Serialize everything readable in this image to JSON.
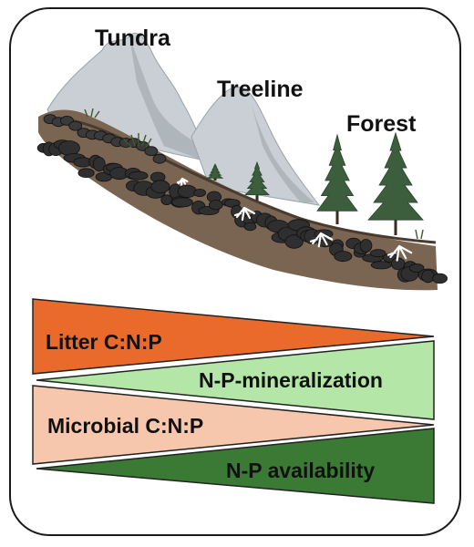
{
  "zones": {
    "tundra": "Tundra",
    "treeline": "Treeline",
    "forest": "Forest"
  },
  "gradients": [
    {
      "label": "Litter C:N:P",
      "color": "#ea6a2c",
      "wide_end": "left"
    },
    {
      "label": "N-P-mineralization",
      "color": "#b4e6a8",
      "wide_end": "right"
    },
    {
      "label": "Microbial C:N:P",
      "color": "#f6c7ad",
      "wide_end": "left"
    },
    {
      "label": "N-P availability",
      "color": "#3b7a35",
      "wide_end": "right"
    }
  ],
  "colors": {
    "frame": "#1a1a1a",
    "mountain": "#c9cfd4",
    "soil": "#7a6452",
    "rock": "#2f2f2f",
    "tree": "#3d5e3d",
    "root": "#ffffff"
  }
}
